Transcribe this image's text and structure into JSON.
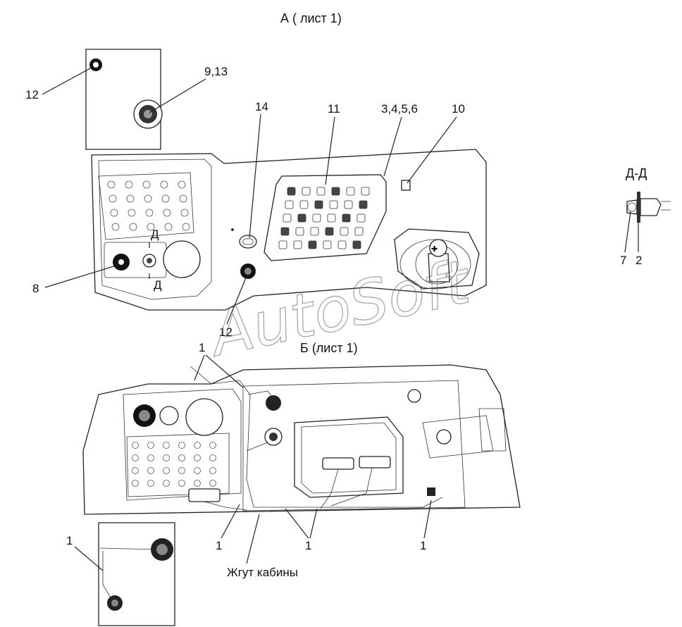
{
  "views": {
    "view_a_title": "А ( лист 1)",
    "view_b_title": "Б (лист 1)",
    "section_title": "Д-Д",
    "section_mark_top": "Д",
    "section_mark_bottom": "Д"
  },
  "callouts": {
    "c12_top": "12",
    "c9_13": "9,13",
    "c14": "14",
    "c11": "11",
    "c3456": "3,4,5,6",
    "c10": "10",
    "c8": "8",
    "c12_bottom": "12",
    "c7": "7",
    "c2": "2",
    "c1_top": "1",
    "c1_left": "1",
    "c1_b1": "1",
    "c1_b2": "1",
    "c1_b3": "1",
    "harness": "Жгут кабины"
  },
  "watermark": "AutoSoft"
}
